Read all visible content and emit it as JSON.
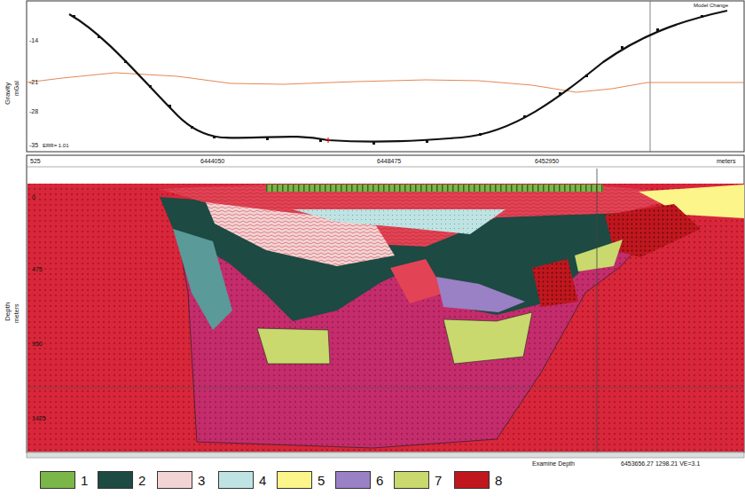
{
  "diagram": {
    "labels": [
      "Gravity",
      "mGal",
      "Model Change",
      "-14",
      "-21",
      "-28",
      "-35",
      "ERR= 1.01",
      "525",
      "6444050",
      "6448475",
      "6452950",
      "meters",
      "0",
      "475",
      "950",
      "1425",
      "Depth",
      "meters",
      "Examine Depth",
      "6453656.27 1298.21 VE=3.1"
    ],
    "legend": [
      {
        "text": "1",
        "color": "#7ab648"
      },
      {
        "text": "2",
        "color": "#1d4a42"
      },
      {
        "text": "3",
        "color": "#f2d4d4"
      },
      {
        "text": "4",
        "color": "#bfe3e3"
      },
      {
        "text": "5",
        "color": "#fbf58a"
      },
      {
        "text": "6",
        "color": "#9a80c4"
      },
      {
        "text": "7",
        "color": "#c9d96e"
      },
      {
        "text": "8",
        "color": "#c0161e"
      }
    ]
  }
}
